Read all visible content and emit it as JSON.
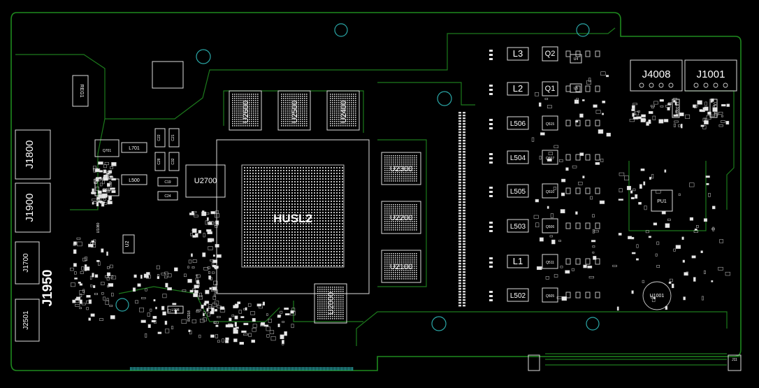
{
  "colors": {
    "background": "#000000",
    "board_edge": "#1f8a1f",
    "silk": "#ffffff",
    "pad": "#e6e6e6",
    "mounting_hole": "#2aa7a7"
  },
  "gpu": {
    "label": "HUSL2"
  },
  "memory_chips": [
    "U2600",
    "U2500",
    "U2400",
    "U2300",
    "U2200",
    "U2100",
    "U2000"
  ],
  "connectors": {
    "left": [
      "J1800",
      "J1900",
      "J1700",
      "J1950",
      "J2501"
    ],
    "top_right": [
      "J4008",
      "J1001"
    ],
    "bottom_right": "J11"
  },
  "inductors": [
    "L3",
    "L2",
    "L506",
    "L504",
    "L505",
    "L503",
    "L1",
    "L502"
  ],
  "transistors": [
    "Q2",
    "Q1",
    "Q515",
    "Q507",
    "Q510",
    "Q506",
    "Q511",
    "Q505"
  ],
  "left_parts": {
    "reg": "REG1",
    "q701": "Q701",
    "q613": "Q613",
    "l701": "L701",
    "l500": "L500",
    "u2700": "U2700",
    "u2": "U2",
    "c22": "C22",
    "c21": "C21",
    "c28": "C28",
    "c32": "C32",
    "c19": "C19",
    "c24": "C24",
    "l908": "L908",
    "u1080": "U1080",
    "rc918": "RC918"
  },
  "right_parts": {
    "pu1": "PU1",
    "u1001": "U1001",
    "u4": "U4",
    "u5": "U5",
    "ul1003": "UL1003",
    "ul1004": "UL1004"
  }
}
